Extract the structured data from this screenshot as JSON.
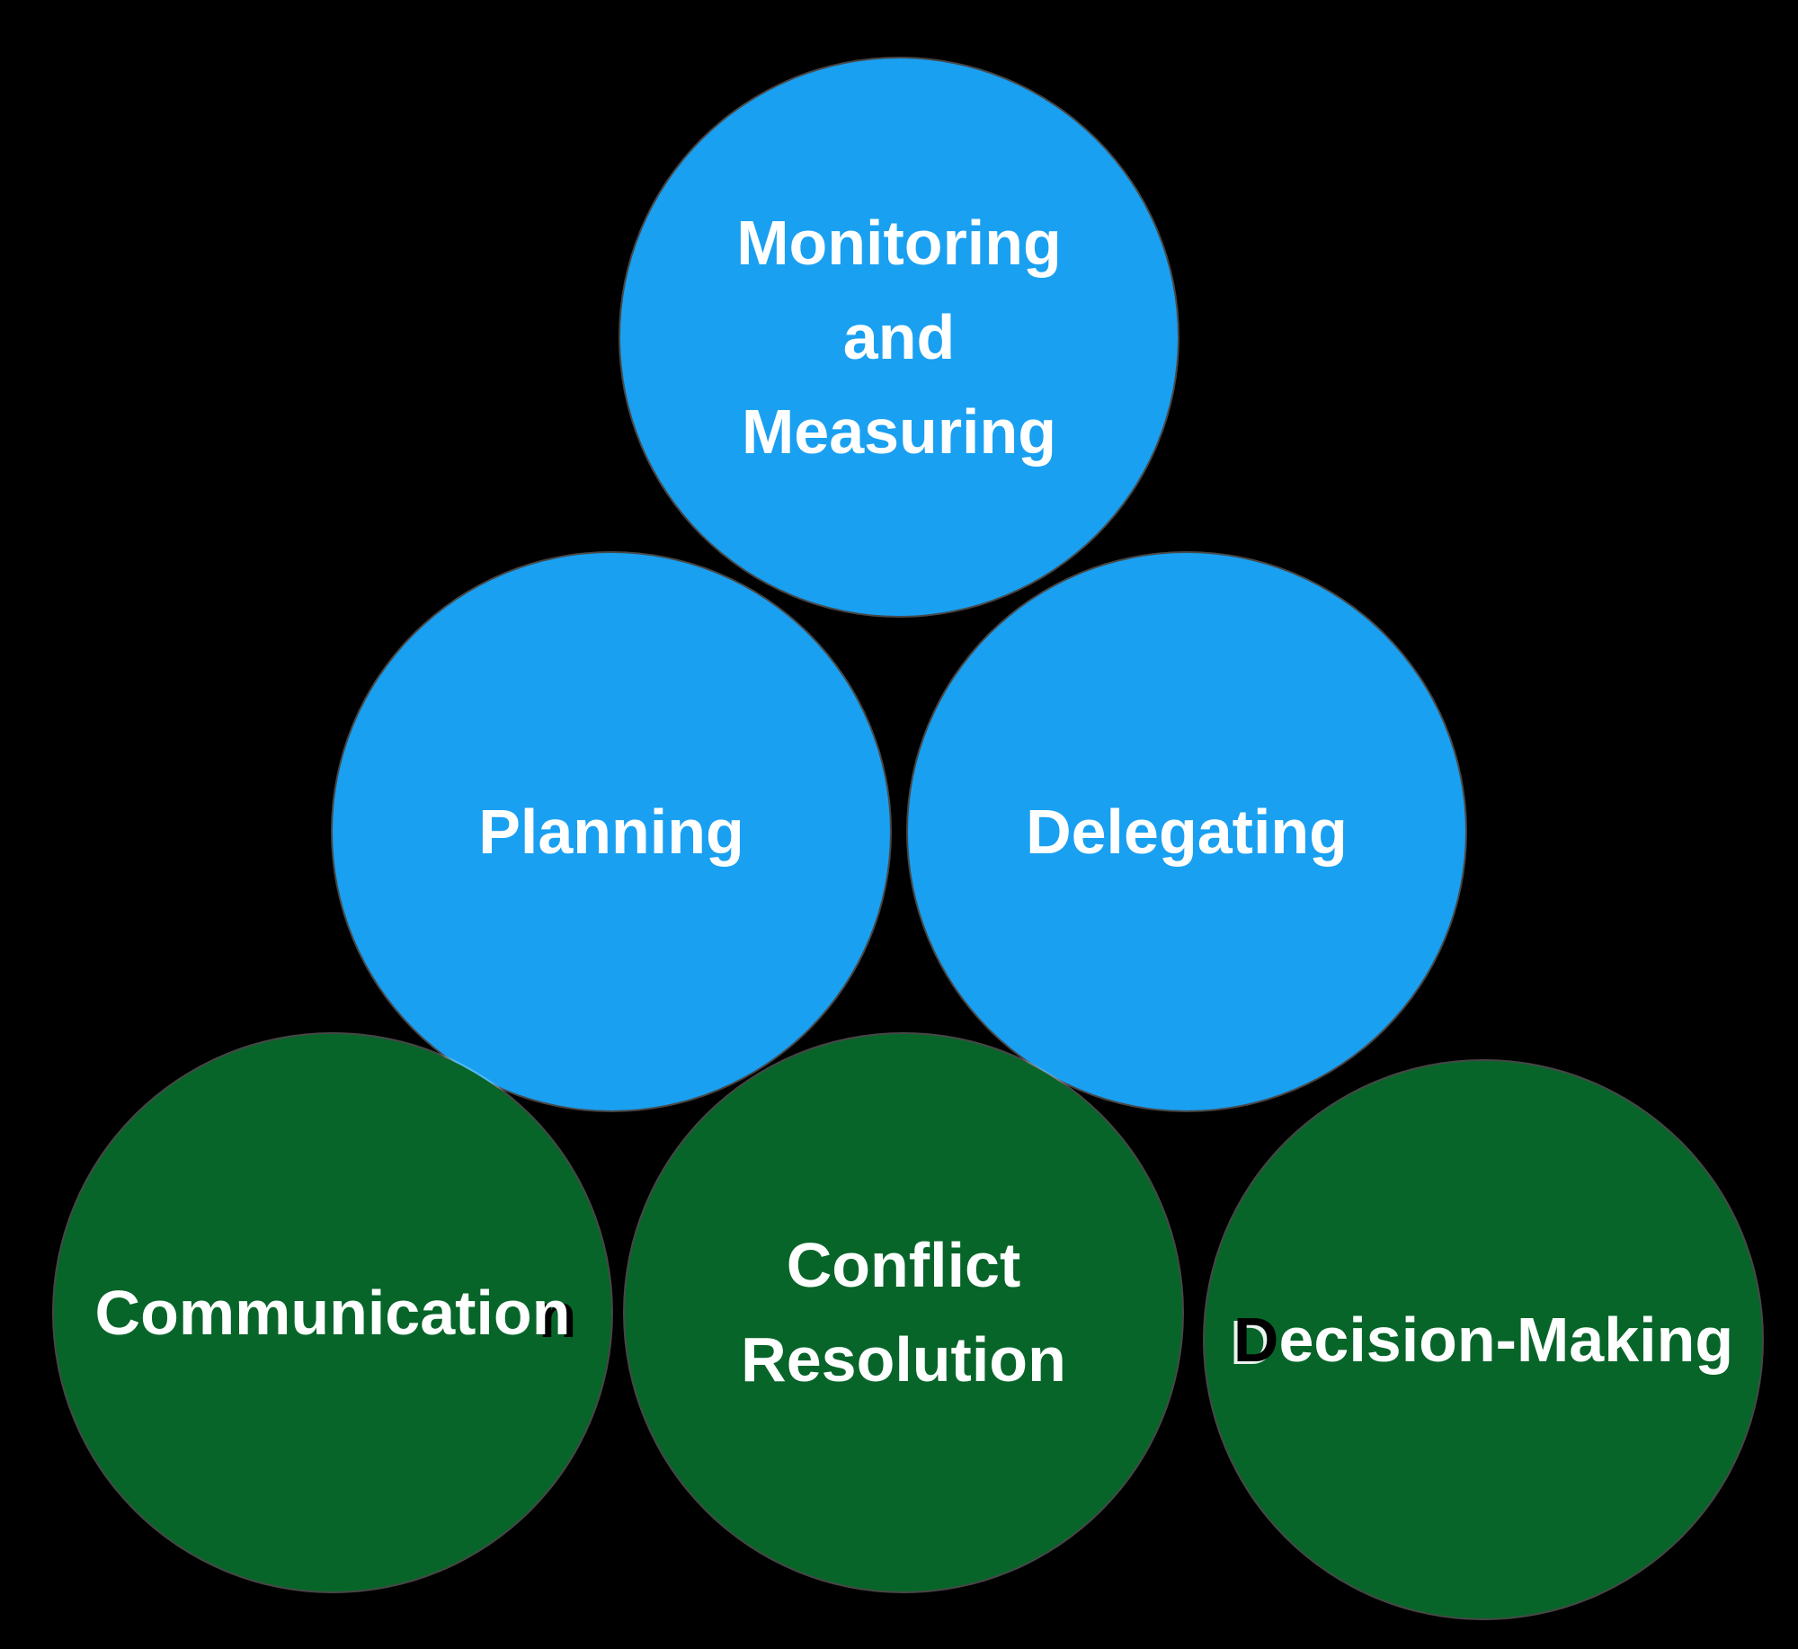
{
  "colors": {
    "background": "#000000",
    "circle_blue": "#1AA0F1",
    "circle_green": "#076529",
    "label_text": "#FFFFFF",
    "decision_first_letter": "#000000",
    "communication_tail_shadow": "#000000"
  },
  "circles": [
    {
      "name": "monitoring-and-measuring",
      "color": "blue",
      "lines": [
        "Monitoring",
        "and",
        "Measuring"
      ]
    },
    {
      "name": "planning",
      "color": "blue",
      "lines": [
        "Planning"
      ]
    },
    {
      "name": "delegating",
      "color": "blue",
      "lines": [
        "Delegating"
      ]
    },
    {
      "name": "communication",
      "color": "green",
      "label_main": "Communicatio",
      "label_tail": "n"
    },
    {
      "name": "conflict-resolution",
      "color": "green",
      "lines": [
        "Conflict",
        "Resolution"
      ]
    },
    {
      "name": "decision-making",
      "color": "green",
      "lines": [
        "Decision-Making"
      ]
    }
  ]
}
